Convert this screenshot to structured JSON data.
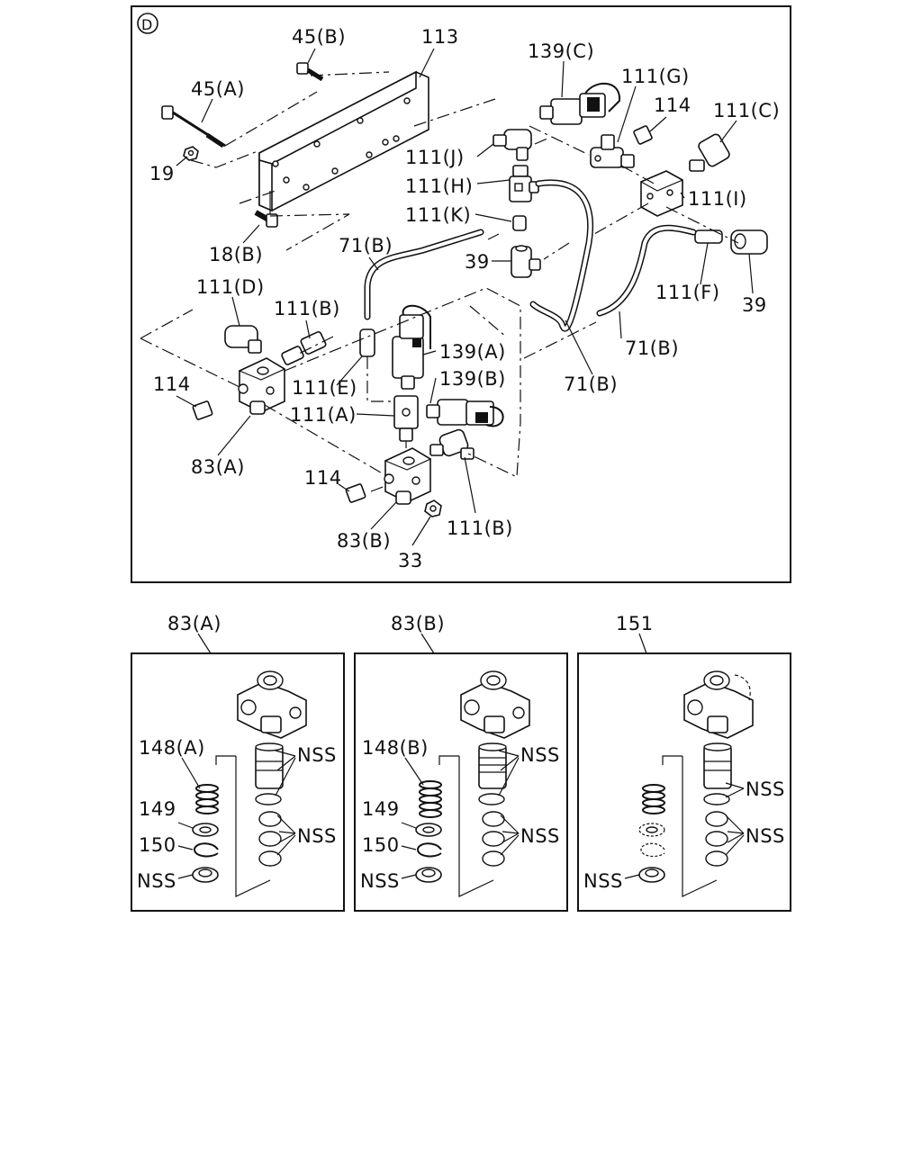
{
  "section_marker": "D",
  "main_labels": [
    "45(B)",
    "113",
    "45(A)",
    "19",
    "18(B)",
    "139(C)",
    "111(G)",
    "114",
    "111(C)",
    "111(J)",
    "111(H)",
    "111(I)",
    "111(K)",
    "71(B)",
    "39",
    "39",
    "111(F)",
    "111(D)",
    "111(B)",
    "139(A)",
    "111(E)",
    "139(B)",
    "71(B)",
    "71(B)",
    "114",
    "111(A)",
    "83(A)",
    "114",
    "83(B)",
    "33",
    "111(B)"
  ],
  "detail_panels": [
    {
      "title": "83(A)",
      "labels": [
        "148(A)",
        "149",
        "150",
        "NSS",
        "NSS",
        "NSS"
      ]
    },
    {
      "title": "83(B)",
      "labels": [
        "148(B)",
        "149",
        "150",
        "NSS",
        "NSS",
        "NSS"
      ]
    },
    {
      "title": "151",
      "labels": [
        "NSS",
        "NSS",
        "NSS"
      ]
    }
  ]
}
